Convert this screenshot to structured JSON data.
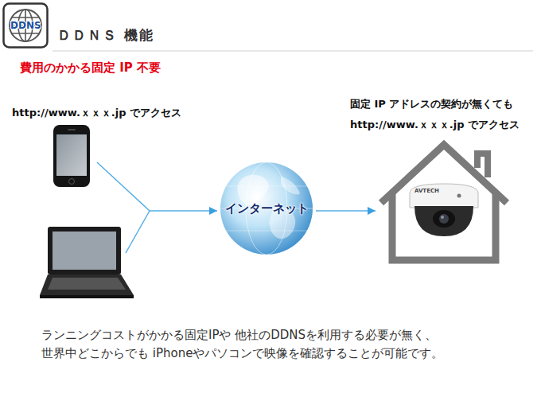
{
  "diagram": {
    "title": "ＤＤＮＳ 機能",
    "nodes": [
      {
        "text": [
          "DDNS"
        ]
      },
      {
        "text": [
          "http://www.ｘｘｘ.jp でアクセス"
        ]
      },
      {
        "text": [
          "インターネット"
        ]
      },
      {
        "text": [
          "固定 IP アドレスの契約が無くても",
          "http://www.ｘｘｘ.jp でアクセス"
        ]
      }
    ],
    "edges": [
      {
        "from": 1,
        "to": 2,
        "arrow": "to"
      },
      {
        "from": 2,
        "to": 3,
        "arrow": "to"
      }
    ],
    "labels": [
      "費用のかかる固定 IP 不要",
      "AVTECH",
      "ランニングコストがかかる固定IPや 他社のDDNSを利用する必要が無く、",
      "世界中どこからでも iPhoneやパソコンで映像を確認することが可能です。"
    ]
  }
}
